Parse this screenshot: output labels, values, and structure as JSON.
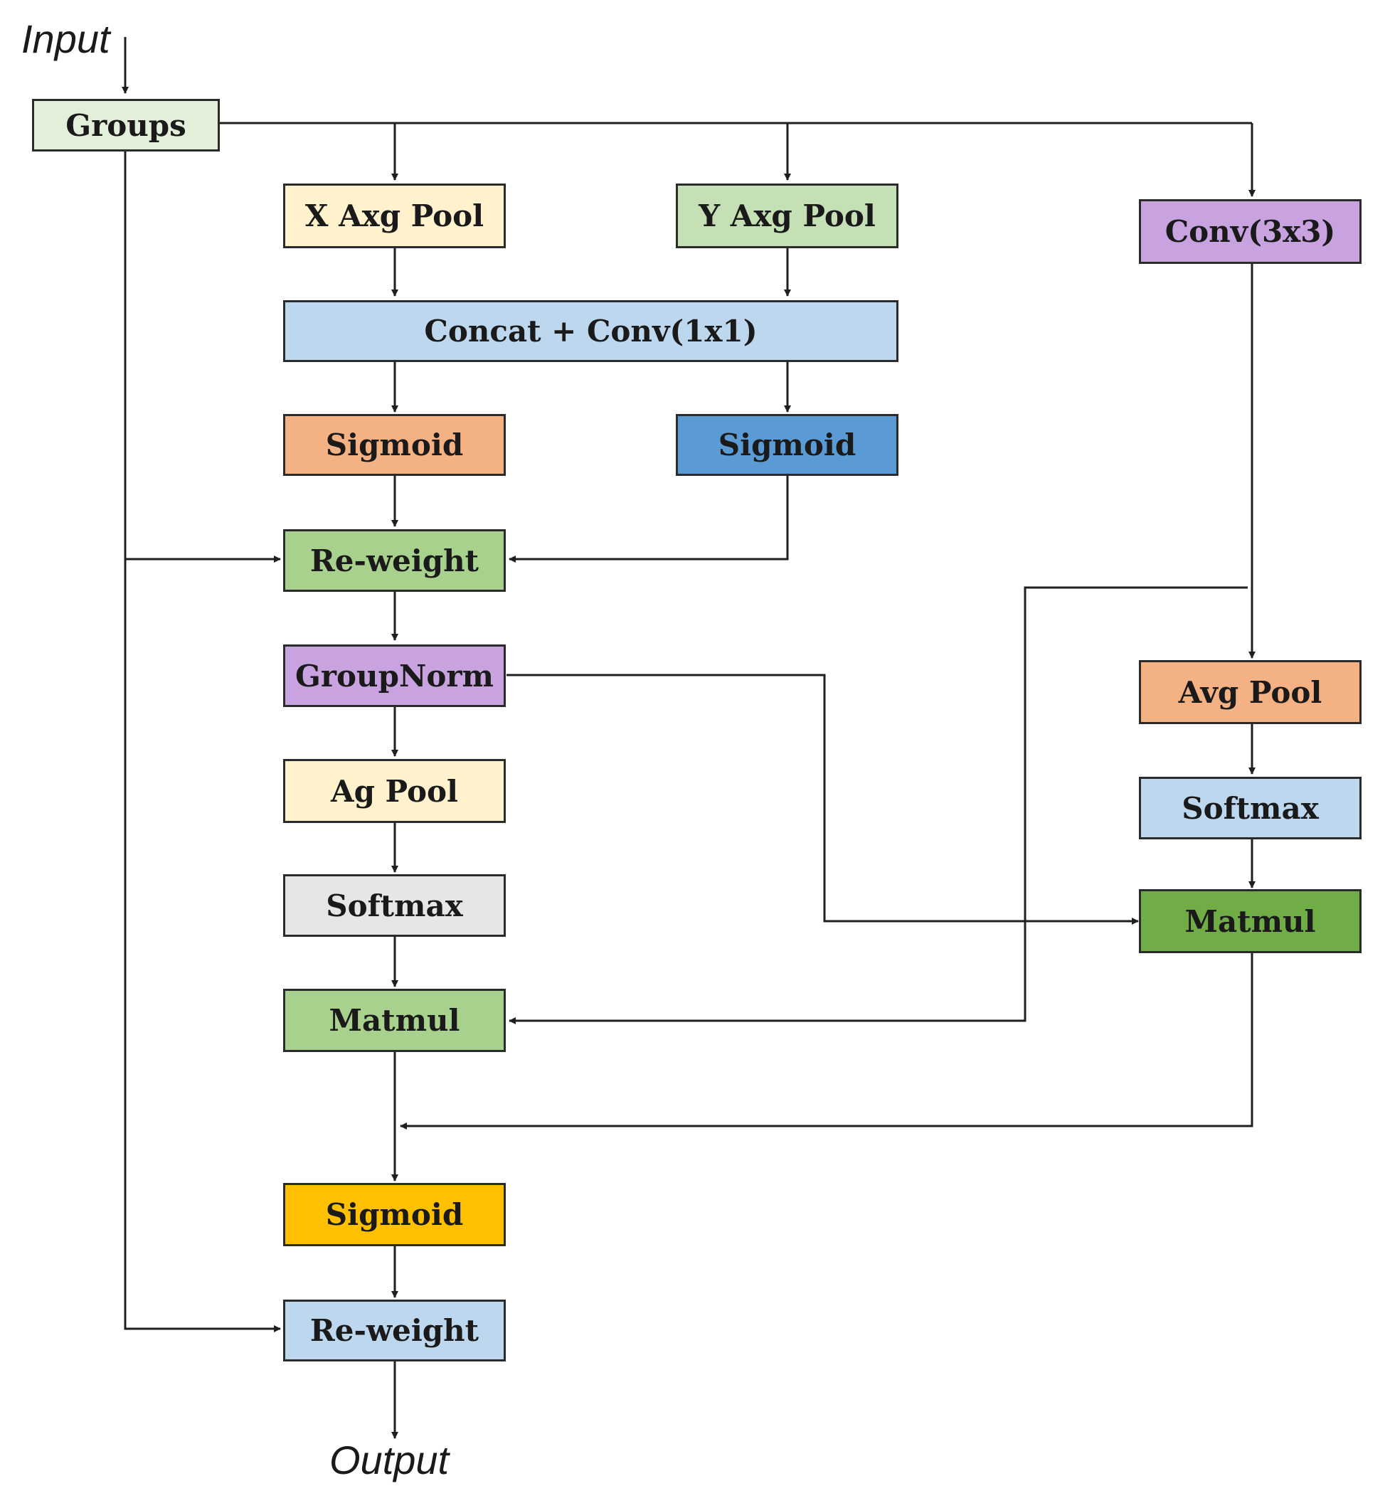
{
  "terminals": {
    "input": "Input",
    "output": "Output"
  },
  "nodes": {
    "groups": {
      "label": "Groups",
      "fill": "#e2f0d9"
    },
    "x_pool": {
      "label": "X Axg Pool",
      "fill": "#fff2cc"
    },
    "y_pool": {
      "label": "Y Axg Pool",
      "fill": "#c5e0b4"
    },
    "conv3x3": {
      "label": "Conv(3x3)",
      "fill": "#c9a3e0"
    },
    "concat": {
      "label": "Concat + Conv(1x1)",
      "fill": "#bdd7ee"
    },
    "sigmoid_left": {
      "label": "Sigmoid",
      "fill": "#f4b183"
    },
    "sigmoid_right": {
      "label": "Sigmoid",
      "fill": "#5b9bd5"
    },
    "reweight_top": {
      "label": "Re-weight",
      "fill": "#a9d18e"
    },
    "groupnorm": {
      "label": "GroupNorm",
      "fill": "#c9a3e0"
    },
    "avgpool_right": {
      "label": "Avg Pool",
      "fill": "#f4b183"
    },
    "agpool": {
      "label": "Ag Pool",
      "fill": "#fff2cc"
    },
    "softmax_right": {
      "label": "Softmax",
      "fill": "#bdd7ee"
    },
    "softmax_left": {
      "label": "Softmax",
      "fill": "#e7e6e6"
    },
    "matmul_right": {
      "label": "Matmul",
      "fill": "#70ad47"
    },
    "matmul_left": {
      "label": "Matmul",
      "fill": "#a9d18e"
    },
    "sigmoid_bottom": {
      "label": "Sigmoid",
      "fill": "#ffc000"
    },
    "reweight_bottom": {
      "label": "Re-weight",
      "fill": "#bdd7ee"
    }
  },
  "edges": [
    [
      "input",
      "groups"
    ],
    [
      "groups",
      "x_pool"
    ],
    [
      "groups",
      "y_pool"
    ],
    [
      "groups",
      "conv3x3"
    ],
    [
      "x_pool",
      "concat"
    ],
    [
      "y_pool",
      "concat"
    ],
    [
      "concat",
      "sigmoid_left"
    ],
    [
      "concat",
      "sigmoid_right"
    ],
    [
      "sigmoid_left",
      "reweight_top"
    ],
    [
      "sigmoid_right",
      "reweight_top"
    ],
    [
      "groups",
      "reweight_top"
    ],
    [
      "reweight_top",
      "groupnorm"
    ],
    [
      "conv3x3",
      "avgpool_right"
    ],
    [
      "conv3x3",
      "matmul_left"
    ],
    [
      "groupnorm",
      "agpool"
    ],
    [
      "groupnorm",
      "matmul_right"
    ],
    [
      "agpool",
      "softmax_left"
    ],
    [
      "softmax_left",
      "matmul_left"
    ],
    [
      "avgpool_right",
      "softmax_right"
    ],
    [
      "softmax_right",
      "matmul_right"
    ],
    [
      "matmul_left",
      "sigmoid_bottom"
    ],
    [
      "matmul_right",
      "sigmoid_bottom"
    ],
    [
      "sigmoid_bottom",
      "reweight_bottom"
    ],
    [
      "groups",
      "reweight_bottom"
    ],
    [
      "reweight_bottom",
      "output"
    ]
  ],
  "colors": {
    "line": "#1f1f1f",
    "border": "#2b2b2b"
  }
}
